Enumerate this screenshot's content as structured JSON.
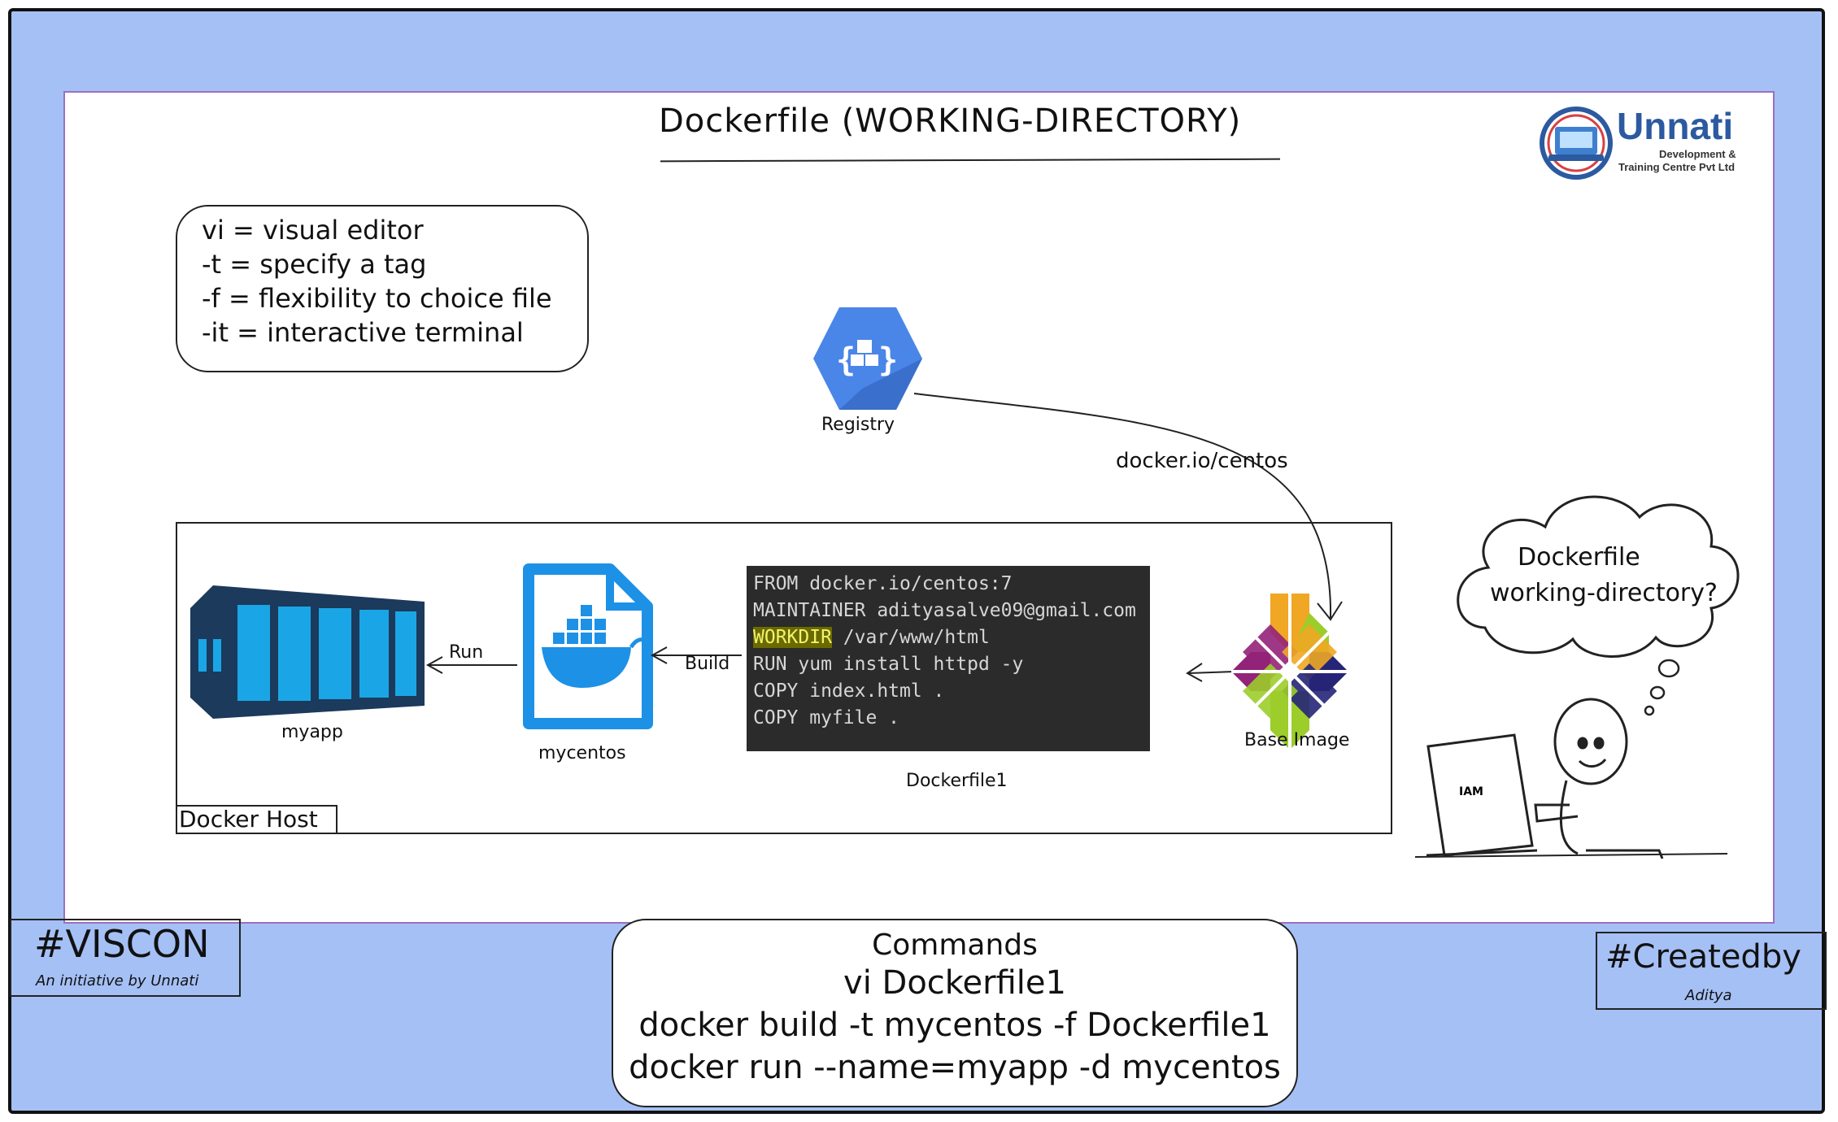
{
  "title": "Dockerfile (WORKING-DIRECTORY)",
  "logo": {
    "name": "Unnati",
    "line1": "Development &",
    "line2": "Training Centre Pvt Ltd"
  },
  "legend": [
    "vi = visual editor",
    "-t = specify a tag",
    "-f = flexibility to choice file",
    "-it = interactive terminal"
  ],
  "registry": {
    "label": "Registry",
    "arrow_label": "docker.io/centos"
  },
  "docker_host": {
    "label": "Docker Host"
  },
  "nodes": {
    "container": "myapp",
    "image": "mycentos",
    "dockerfile": "Dockerfile1",
    "base_image": "Base Image"
  },
  "arrows": {
    "run": "Run",
    "build": "Build"
  },
  "dockerfile_code": {
    "line1": "FROM docker.io/centos:7",
    "line2": "MAINTAINER adityasalve09@gmail.com",
    "line3_kw": "WORKDIR",
    "line3_rest": " /var/www/html",
    "line4": "RUN yum install httpd -y",
    "line5": "COPY index.html .",
    "line6": "COPY myfile ."
  },
  "thought": {
    "line1": "Dockerfile",
    "line2": "working-directory?"
  },
  "laptop_text": "IAM",
  "commands": {
    "title": "Commands",
    "lines": [
      "vi Dockerfile1",
      "docker build -t mycentos -f Dockerfile1",
      "docker run --name=myapp -d mycentos"
    ]
  },
  "viscon": {
    "tag": "#VISCON",
    "sub": "An initiative by Unnati"
  },
  "created": {
    "tag": "#Createdby",
    "sub": "Aditya"
  },
  "colors": {
    "background": "#a5c0f5",
    "docker_blue": "#1d91e6",
    "container_dark": "#1b3a5c",
    "container_light": "#1aa6e6",
    "registry_blue": "#4a86e8",
    "code_bg": "#2b2b2b",
    "highlight": "#f2f26b"
  }
}
